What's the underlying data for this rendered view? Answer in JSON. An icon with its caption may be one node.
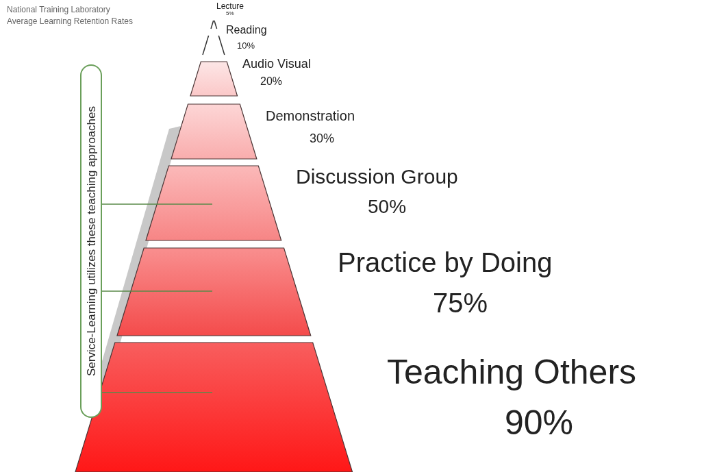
{
  "diagram": {
    "nodes": [
      {
        "text": [
          "Lecture",
          "5%"
        ]
      },
      {
        "text": [
          "Reading",
          "10%"
        ]
      },
      {
        "text": [
          "Audio Visual",
          "20%"
        ]
      },
      {
        "text": [
          "Demonstration",
          "30%"
        ]
      },
      {
        "text": [
          "Discussion Group",
          "50%"
        ]
      },
      {
        "text": [
          "Practice by Doing",
          "75%"
        ]
      },
      {
        "text": [
          "Teaching Others",
          "90%"
        ]
      },
      {
        "text": [
          "Service-Learning utilizes these teaching approaches"
        ]
      }
    ],
    "edges": [
      {
        "from": 7,
        "to": 4,
        "arrow": "none",
        "color": "#5a8a4a"
      },
      {
        "from": 7,
        "to": 5,
        "arrow": "none",
        "color": "#5a8a4a"
      },
      {
        "from": 7,
        "to": 6,
        "arrow": "none",
        "color": "#5a8a4a"
      }
    ],
    "labels": [
      "National Training Laboratory",
      "Average Learning Retention Rates"
    ]
  }
}
